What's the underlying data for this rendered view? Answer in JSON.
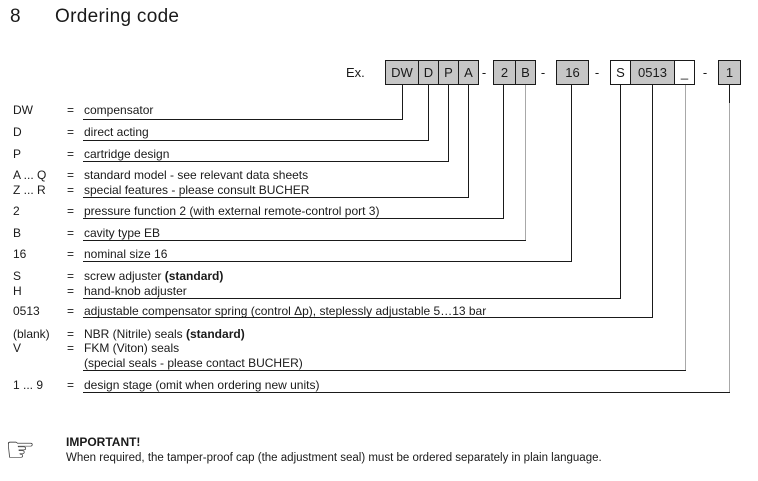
{
  "header": {
    "number": "8",
    "title": "Ordering code"
  },
  "example": {
    "label": "Ex.",
    "separator": "-",
    "cells": [
      {
        "label": "DW"
      },
      {
        "label": "D"
      },
      {
        "label": "P"
      },
      {
        "label": "A"
      },
      {
        "label": "2"
      },
      {
        "label": "B"
      },
      {
        "label": "16"
      },
      {
        "label": "S"
      },
      {
        "label": "0513"
      },
      {
        "label": "_"
      },
      {
        "label": "1"
      }
    ]
  },
  "rows": [
    {
      "code": "DW",
      "eq": "=",
      "desc": "compensator"
    },
    {
      "code": "D",
      "eq": "=",
      "desc": "direct acting"
    },
    {
      "code": "P",
      "eq": "=",
      "desc": "cartridge design"
    },
    {
      "code": "A ... Q",
      "eq": "=",
      "desc": "standard model - see relevant data sheets"
    },
    {
      "code": "Z ... R",
      "eq": "=",
      "desc": "special features - please consult BUCHER"
    },
    {
      "code": "2",
      "eq": "=",
      "desc": "pressure function 2 (with external remote-control port 3)"
    },
    {
      "code": "B",
      "eq": "=",
      "desc": "cavity type EB"
    },
    {
      "code": "16",
      "eq": "=",
      "desc": "nominal size 16"
    },
    {
      "code": "S",
      "eq": "=",
      "desc": "screw adjuster ",
      "bold": "(standard)"
    },
    {
      "code": "H",
      "eq": "=",
      "desc": "hand-knob adjuster"
    },
    {
      "code": "0513",
      "eq": "=",
      "desc": "adjustable compensator spring (control Δp), steplessly adjustable 5…13 bar"
    },
    {
      "code": "(blank)",
      "eq": "=",
      "desc": "NBR (Nitrile) seals ",
      "bold": "(standard)"
    },
    {
      "code": "V",
      "eq": "=",
      "desc": "FKM (Viton) seals"
    },
    {
      "code": "",
      "eq": "",
      "desc": "(special seals - please contact BUCHER)"
    },
    {
      "code": "1 ... 9",
      "eq": "=",
      "desc": "design stage (omit when ordering new units)"
    }
  ],
  "note": {
    "icon": "pointing-hand",
    "title": "IMPORTANT!",
    "text": "When required, the tamper-proof cap (the adjustment seal) must be ordered separately in plain language."
  },
  "colors": {
    "box_fill": "#c6c6c6",
    "line_black": "#1a1a1a",
    "line_gray": "#a8a8a8"
  }
}
